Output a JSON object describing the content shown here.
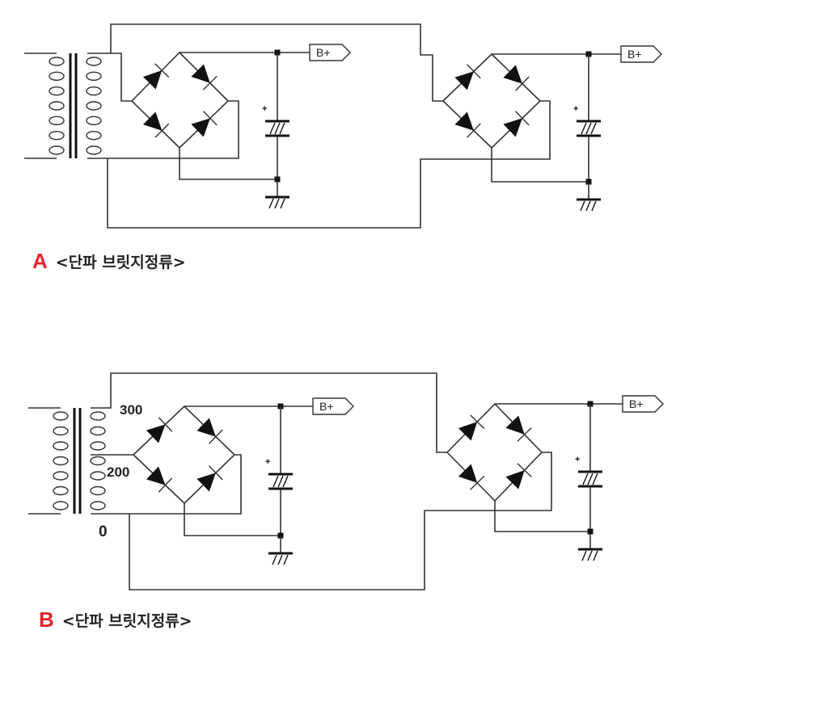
{
  "diagrams": [
    {
      "letter": "A",
      "title": "<단파 브릿지정류>",
      "output_labels": [
        "B+",
        "B+"
      ],
      "cap_polarity": "+"
    },
    {
      "letter": "B",
      "title": "<단파 브릿지정류>",
      "output_labels": [
        "B+",
        "B+"
      ],
      "cap_polarity": "+",
      "taps": [
        "300",
        "200",
        "0"
      ]
    }
  ],
  "colors": {
    "wire": "#333333",
    "label": "#e0242c"
  }
}
